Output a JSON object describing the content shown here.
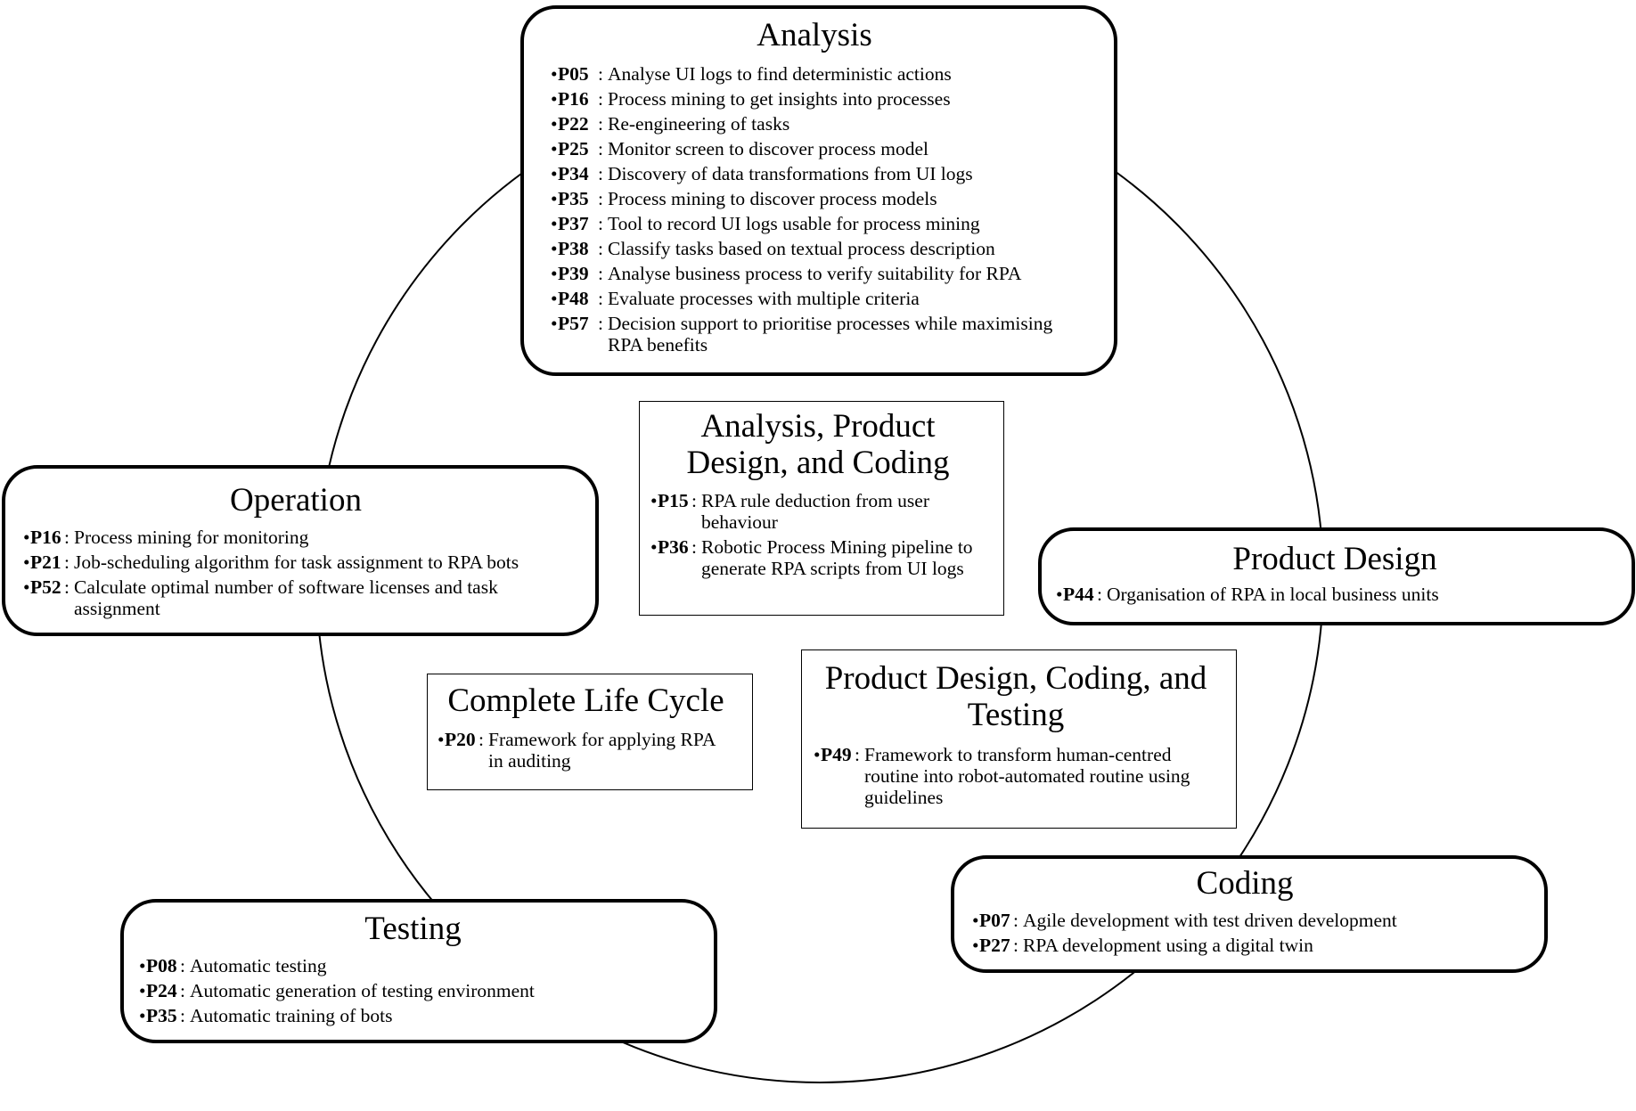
{
  "stages": {
    "analysis": {
      "title": "Analysis",
      "items": [
        {
          "code": "P05",
          "text": "Analyse UI logs to find deterministic actions"
        },
        {
          "code": "P16",
          "text": "Process mining to get insights into processes"
        },
        {
          "code": "P22",
          "text": "Re-engineering of tasks"
        },
        {
          "code": "P25",
          "text": "Monitor screen to discover process model"
        },
        {
          "code": "P34",
          "text": "Discovery of data transformations from UI logs"
        },
        {
          "code": "P35",
          "text": "Process mining to discover process models"
        },
        {
          "code": "P37",
          "text": "Tool to record UI logs usable for process mining"
        },
        {
          "code": "P38",
          "text": "Classify tasks based on textual process description"
        },
        {
          "code": "P39",
          "text": "Analyse business process to verify suitability for RPA"
        },
        {
          "code": "P48",
          "text": "Evaluate processes with multiple criteria"
        },
        {
          "code": "P57",
          "text": "Decision support to prioritise processes while maximising RPA benefits"
        }
      ]
    },
    "operation": {
      "title": "Operation",
      "items": [
        {
          "code": "P16",
          "text": "Process mining for monitoring"
        },
        {
          "code": "P21",
          "text": "Job-scheduling algorithm for task assignment to RPA bots"
        },
        {
          "code": "P52",
          "text": "Calculate optimal number of software licenses and task assignment"
        }
      ]
    },
    "product_design": {
      "title": "Product Design",
      "items": [
        {
          "code": "P44",
          "text": "Organisation of RPA in local business units"
        }
      ]
    },
    "coding": {
      "title": "Coding",
      "items": [
        {
          "code": "P07",
          "text": "Agile development with test driven development"
        },
        {
          "code": "P27",
          "text": "RPA development using a digital twin"
        }
      ]
    },
    "testing": {
      "title": "Testing",
      "items": [
        {
          "code": "P08",
          "text": "Automatic testing"
        },
        {
          "code": "P24",
          "text": "Automatic generation of testing environment"
        },
        {
          "code": "P35",
          "text": "Automatic training of bots"
        }
      ]
    }
  },
  "combined": {
    "analysis_design_coding": {
      "title": "Analysis, Product Design, and Coding",
      "items": [
        {
          "code": "P15",
          "text": "RPA rule deduction from user behaviour"
        },
        {
          "code": "P36",
          "text": "Robotic Process Mining pipeline to generate RPA scripts from UI logs"
        }
      ]
    },
    "complete_life_cycle": {
      "title": "Complete Life Cycle",
      "items": [
        {
          "code": "P20",
          "text": "Framework for applying RPA in auditing"
        }
      ]
    },
    "design_coding_testing": {
      "title": "Product Design, Coding, and Testing",
      "items": [
        {
          "code": "P49",
          "text": "Framework to transform human-centred routine into robot-automated routine using guidelines"
        }
      ]
    }
  },
  "bullet_char": "•"
}
